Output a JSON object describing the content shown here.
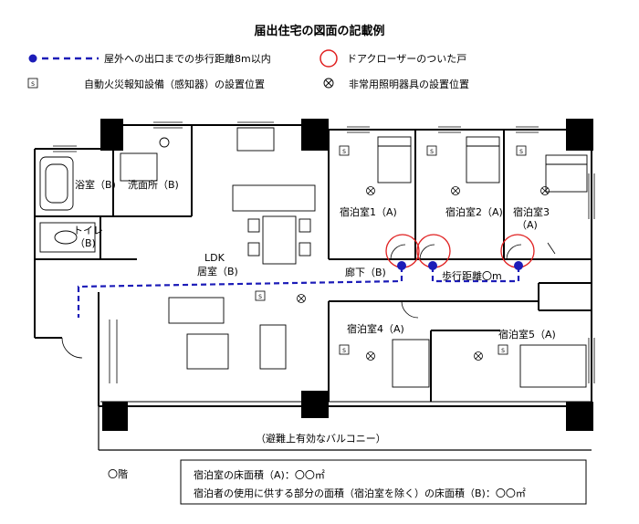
{
  "title": "届出住宅の図面の記載例",
  "legend": {
    "evac": "屋外への出口までの歩行距離8m以内",
    "door_closer": "ドアクローザーのついた戸",
    "smoke_detector": "自動火災報知設備（感知器）の設置位置",
    "emergency_light": "非常用照明器具の設置位置",
    "detector_symbol": "S"
  },
  "rooms": {
    "bath": "浴室（B)",
    "washroom": "洗面所（B)",
    "toilet_1": "トイレ",
    "toilet_2": "（B)",
    "ldk_1": "LDK",
    "ldk_2": "居室（B)",
    "guest1": "宿泊室1（A)",
    "guest2": "宿泊室2（A)",
    "guest3_1": "宿泊室3",
    "guest3_2": "（A)",
    "guest4": "宿泊室4（A)",
    "guest5": "宿泊室5（A)",
    "corridor": "廊下（B)",
    "walk_distance": "歩行距離〇m",
    "balcony": "（避難上有効なバルコニー）"
  },
  "floor": "〇階",
  "area_box": {
    "line1": "宿泊室の床面積（A)：〇〇㎡",
    "line2": "宿泊者の使用に供する部分の面積（宿泊室を除く）の床面積（B)：〇〇㎡"
  },
  "colors": {
    "evac_path": "#1c1cb8",
    "door_circle": "#e02020",
    "wall": "#000000"
  }
}
